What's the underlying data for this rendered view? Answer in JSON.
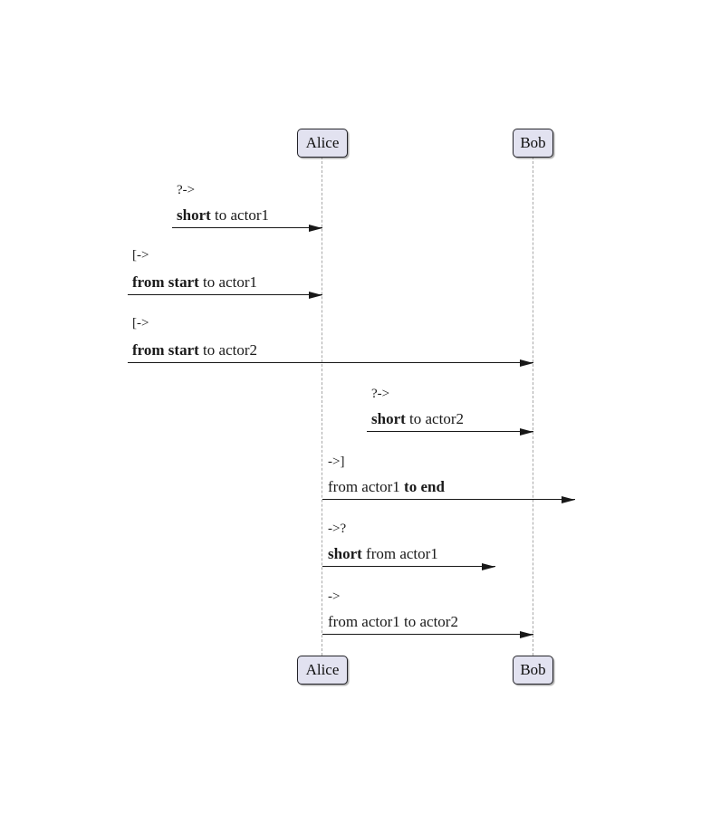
{
  "diagram": {
    "type": "sequence-diagram",
    "background_color": "#ffffff",
    "actor_fill_color": "#E2E2F0",
    "actor_border_color": "#24242a",
    "lifeline_color": "#A8A8A8",
    "arrow_color": "#181818",
    "actors": [
      {
        "name": "Alice"
      },
      {
        "name": "Bob"
      }
    ],
    "messages": [
      {
        "prefix": "?->",
        "seg1": "short",
        "seg2": " to actor1",
        "bold_segment": "seg1",
        "from": "outside-short",
        "to": "Alice"
      },
      {
        "prefix": "[->",
        "seg1": "from start",
        "seg2": " to actor1",
        "bold_segment": "seg1",
        "from": "diagram-start",
        "to": "Alice"
      },
      {
        "prefix": "[->",
        "seg1": "from start",
        "seg2": " to actor2",
        "bold_segment": "seg1",
        "from": "diagram-start",
        "to": "Bob"
      },
      {
        "prefix": "?->",
        "seg1": "short",
        "seg2": " to actor2",
        "bold_segment": "seg1",
        "from": "outside-short",
        "to": "Bob"
      },
      {
        "prefix": "->]",
        "seg1": "from actor1 ",
        "seg2": "to end",
        "bold_segment": "seg2",
        "from": "Alice",
        "to": "diagram-end"
      },
      {
        "prefix": "->?",
        "seg1": "short",
        "seg2": " from actor1",
        "bold_segment": "seg1",
        "from": "Alice",
        "to": "outside-short"
      },
      {
        "prefix": "->",
        "seg1": "from actor1 to actor2",
        "seg2": "",
        "bold_segment": "none",
        "from": "Alice",
        "to": "Bob"
      }
    ]
  }
}
